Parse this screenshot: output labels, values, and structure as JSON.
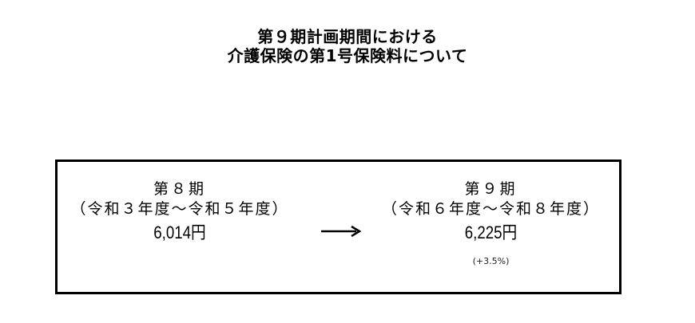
{
  "title": {
    "line1": "第９期計画期間における",
    "line2": "介護保険の第1号保険料について"
  },
  "comparison": {
    "before": {
      "period_name": "第８期",
      "period_range": "（令和３年度～令和５年度）",
      "amount": "6,014円"
    },
    "arrow_icon": "right-arrow-icon",
    "after": {
      "period_name": "第９期",
      "period_range": "（令和６年度～令和８年度）",
      "amount": "6,225円",
      "change": "(+3.5%)"
    }
  }
}
